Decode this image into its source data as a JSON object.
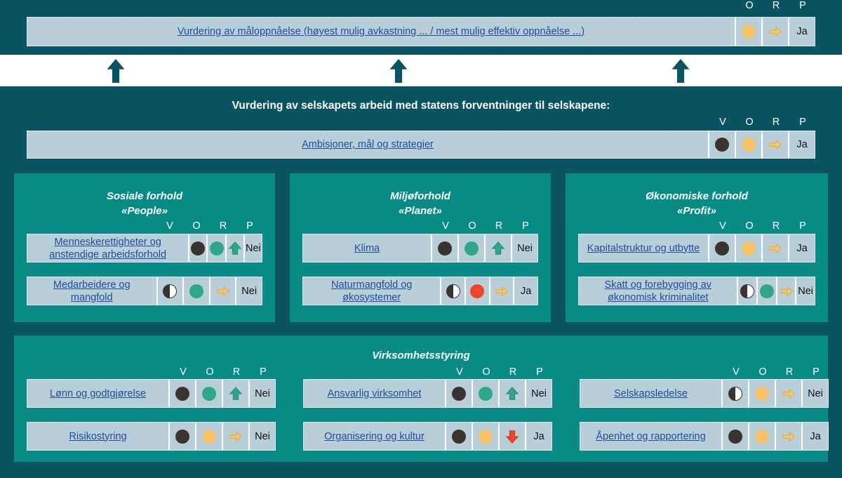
{
  "colors": {
    "background": "#0a5360",
    "panel": "#098b85",
    "row": "#b8ced8",
    "link": "#1f4e9c",
    "dark": "#3b332e",
    "green": "#2fa68a",
    "yellow": "#f7c46c",
    "red": "#f0452a",
    "white": "#ffffff"
  },
  "top": {
    "headers": [
      "O",
      "R",
      "P"
    ],
    "row": {
      "label": "Vurdering av måloppnåelse (høyest mulig avkastning ... / mest mulig effektiv oppnåelse ...)",
      "o": "yellow-dot",
      "r": "yellow-right-arrow",
      "p": "Ja"
    }
  },
  "connectors": {
    "icon": "up-arrow-icon",
    "count": 3
  },
  "mid": {
    "title": "Vurdering av selskapets arbeid med statens forventninger til selskapene:",
    "headers": [
      "V",
      "O",
      "R",
      "P"
    ],
    "row": {
      "label": "Ambisjoner, mål og strategier",
      "v": "dark-dot",
      "o": "yellow-dot",
      "r": "yellow-right-arrow",
      "p": "Ja"
    }
  },
  "panels": [
    {
      "id": "p1",
      "title": "Sosiale forhold",
      "subtitle": "«People»",
      "headers": [
        "V",
        "O",
        "R",
        "P"
      ],
      "rows": [
        {
          "label": "Menneskerettigheter og anstendige arbeidsforhold",
          "v": "dark-dot",
          "o": "green-dot",
          "r": "green-up-arrow",
          "p": "Nei"
        },
        {
          "label": "Medarbeidere og mangfold",
          "v": "half-dot",
          "o": "green-dot",
          "r": "yellow-right-arrow",
          "p": "Nei"
        }
      ]
    },
    {
      "id": "p2",
      "title": "Miljøforhold",
      "subtitle": "«Planet»",
      "headers": [
        "V",
        "O",
        "R",
        "P"
      ],
      "rows": [
        {
          "label": "Klima",
          "v": "dark-dot",
          "o": "green-dot",
          "r": "green-up-arrow",
          "p": "Nei"
        },
        {
          "label": "Naturmangfold og økosystemer",
          "v": "half-dot",
          "o": "red-dot",
          "r": "yellow-right-arrow",
          "p": "Ja"
        }
      ]
    },
    {
      "id": "p3",
      "title": "Økonomiske forhold",
      "subtitle": "«Profit»",
      "headers": [
        "V",
        "O",
        "R",
        "P"
      ],
      "rows": [
        {
          "label": "Kapitalstruktur og utbytte",
          "v": "dark-dot",
          "o": "yellow-dot",
          "r": "yellow-right-arrow",
          "p": "Ja"
        },
        {
          "label": "Skatt og forebygging av økonomisk kriminalitet",
          "v": "half-dot",
          "o": "green-dot",
          "r": "yellow-right-arrow",
          "p": "Nei"
        }
      ]
    }
  ],
  "bottom": {
    "title": "Virksomhetsstyring",
    "groups": [
      {
        "headers": [
          "V",
          "O",
          "R",
          "P"
        ],
        "rows": [
          {
            "label": "Lønn og godtgjørelse",
            "v": "dark-dot",
            "o": "green-dot",
            "r": "green-up-arrow",
            "p": "Nei"
          },
          {
            "label": "Risikostyring",
            "v": "dark-dot",
            "o": "yellow-dot",
            "r": "yellow-right-arrow",
            "p": "Nei"
          }
        ]
      },
      {
        "headers": [
          "V",
          "O",
          "R",
          "P"
        ],
        "rows": [
          {
            "label": "Ansvarlig virksomhet",
            "v": "dark-dot",
            "o": "green-dot",
            "r": "green-up-arrow",
            "p": "Nei"
          },
          {
            "label": "Organisering og kultur",
            "v": "dark-dot",
            "o": "yellow-dot",
            "r": "red-down-arrow",
            "p": "Ja"
          }
        ]
      },
      {
        "headers": [
          "V",
          "O",
          "R",
          "P"
        ],
        "rows": [
          {
            "label": "Selskapsledelse",
            "v": "half-dot",
            "o": "yellow-dot",
            "r": "yellow-right-arrow",
            "p": "Nei"
          },
          {
            "label": "Åpenhet og rapportering",
            "v": "dark-dot",
            "o": "yellow-dot",
            "r": "yellow-right-arrow",
            "p": "Ja"
          }
        ]
      }
    ]
  }
}
